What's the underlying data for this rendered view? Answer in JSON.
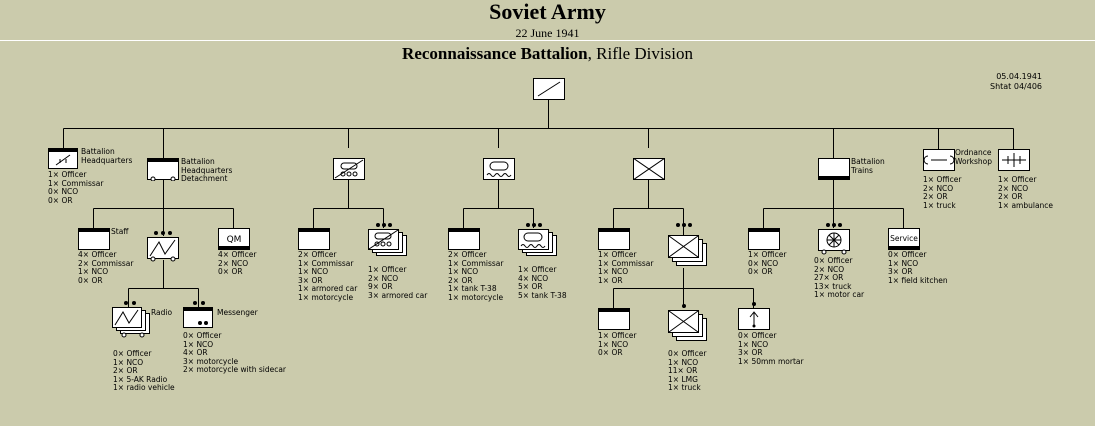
{
  "header": {
    "title": "Soviet Army",
    "date": "22 June 1941",
    "unit_bold": "Reconnaissance Battalion",
    "unit_rest": ", Rifle Division",
    "doc_date": "05.04.1941",
    "doc_ref": "Shtat 04/406"
  },
  "units": {
    "bn_hq": {
      "name": "Battalion\nHeadquarters",
      "stats": "1× Officer\n1× Commissar\n0× NCO\n0× OR"
    },
    "hq_det": {
      "name": "Battalion\nHeadquarters\nDetachment"
    },
    "ordnance": {
      "name": "Ordnance\nWorkshop",
      "stats": "1× Officer\n2× NCO\n2× OR\n1× truck"
    },
    "medical": {
      "stats": "1× Officer\n2× NCO\n2× OR\n1× ambulance"
    },
    "staff": {
      "name": "Staff",
      "stats": "4× Officer\n2× Commissar\n1× NCO\n0× OR"
    },
    "qm": {
      "stats": "4× Officer\n2× NCO\n0× OR",
      "symbol": "QM"
    },
    "radio": {
      "name": "Radio",
      "stats": "0× Officer\n1× NCO\n2× OR\n1× 5-AK Radio\n1× radio vehicle"
    },
    "messenger": {
      "name": "Messenger",
      "stats": "0× Officer\n1× NCO\n4× OR\n3× motorcycle\n2× motorcycle with sidecar"
    },
    "ac_hq": {
      "stats": "2× Officer\n1× Commissar\n1× NCO\n3× OR\n1× armored car\n1× motorcycle"
    },
    "ac_plt": {
      "stats": "1× Officer\n2× NCO\n9× OR\n3× armored car"
    },
    "tk_hq": {
      "stats": "2× Officer\n1× Commissar\n1× NCO\n2× OR\n1× tank T-38\n1× motorcycle"
    },
    "tk_plt": {
      "stats": "1× Officer\n4× NCO\n5× OR\n5× tank T-38"
    },
    "rf_hq": {
      "stats": "1× Officer\n1× Commissar\n1× NCO\n1× OR"
    },
    "rf_sub_hq": {
      "stats": "1× Officer\n1× NCO\n0× OR"
    },
    "rf_sqd": {
      "stats": "0× Officer\n1× NCO\n11× OR\n1× LMG\n1× truck"
    },
    "mortar": {
      "stats": "0× Officer\n1× NCO\n3× OR\n1× 50mm mortar"
    },
    "trains": {
      "name": "Battalion\nTrains"
    },
    "tr_hq": {
      "stats": "1× Officer\n0× NCO\n0× OR"
    },
    "tr_mc": {
      "stats": "0× Officer\n2× NCO\n27× OR\n13× truck\n1× motor car"
    },
    "service": {
      "stats": "0× Officer\n1× NCO\n3× OR\n1× field kitchen",
      "symbol": "Service"
    }
  }
}
